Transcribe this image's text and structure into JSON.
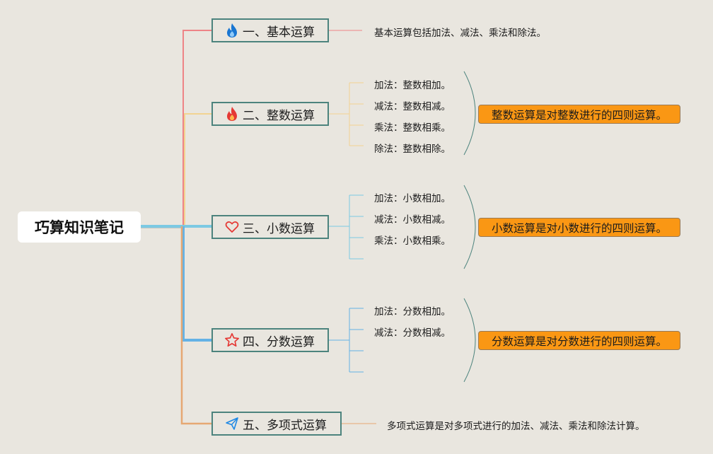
{
  "root": {
    "title": "巧算知识笔记"
  },
  "branches": [
    {
      "label": "一、基本运算",
      "icon": "fire-icon",
      "color": "#ee8487",
      "note": "基本运算包括加法、减法、乘法和除法。"
    },
    {
      "label": "二、整数运算",
      "icon": "fire-icon",
      "color": "#f2d391",
      "items": [
        "加法：整数相加。",
        "减法：整数相减。",
        "乘法：整数相乘。",
        "除法：整数相除。"
      ],
      "summary": "整数运算是对整数进行的四则运算。"
    },
    {
      "label": "三、小数运算",
      "icon": "heart-icon",
      "color": "#7cc9e3",
      "items": [
        "加法：小数相加。",
        "减法：小数相减。",
        "乘法：小数相乘。"
      ],
      "summary": "小数运算是对小数进行的四则运算。"
    },
    {
      "label": "四、分数运算",
      "icon": "star-icon",
      "color": "#64b2e6",
      "items": [
        "加法：分数相加。",
        "减法：分数相减。"
      ],
      "summary": "分数运算是对分数进行的四则运算。"
    },
    {
      "label": "五、多项式运算",
      "icon": "paper-plane-icon",
      "color": "#e6a873",
      "note": "多项式运算是对多项式进行的加法、减法、乘法和除法计算。"
    }
  ]
}
